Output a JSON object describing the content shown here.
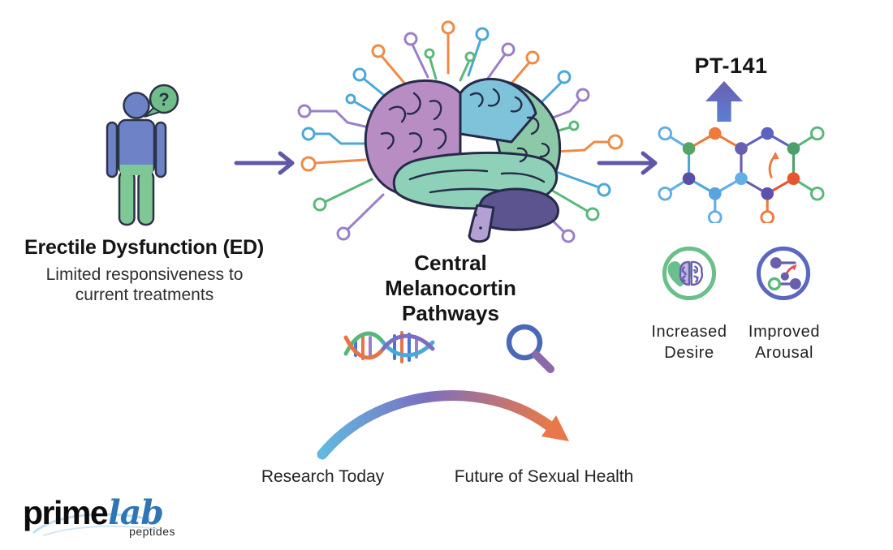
{
  "ed_section": {
    "title": "Erectile Dysfunction (ED)",
    "subtitle": "Limited responsiveness to current treatments",
    "question_mark": "?"
  },
  "pathways_section": {
    "title": "Central Melanocortin Pathways"
  },
  "pt141_section": {
    "title": "PT-141"
  },
  "outcomes": {
    "desire": {
      "label": "Increased Desire"
    },
    "arousal": {
      "label": "Improved Arousal"
    }
  },
  "timeline": {
    "start": "Research Today",
    "end": "Future of Sexual Health"
  },
  "logo": {
    "prime": "prime",
    "lab": "lab",
    "sub": "peptides"
  },
  "colors": {
    "arrow_purple": "#5f57a7",
    "circuit_orange": "#ef8b45",
    "circuit_blue": "#4aa8d8",
    "circuit_green": "#5cb87a",
    "circuit_purple": "#9b7fc8",
    "brain_left_lobe": "#b78dc4",
    "brain_top_right": "#7fc3da",
    "brain_right": "#8cc9a6",
    "brain_band": "#8fd0b8",
    "cerebellum": "#5c548f",
    "brain_stem": "#b2a1d2",
    "person_blue": "#6e82c8",
    "person_green": "#7fc795",
    "bubble_green": "#6fbe8a",
    "desire_ring_green": "#6abf8a",
    "arousal_ring_blue": "#5b67c0",
    "logo_blue": "#2e75b6",
    "gradient_arrow": [
      "#62b8de",
      "#7a6fc0",
      "#e8784a"
    ]
  }
}
